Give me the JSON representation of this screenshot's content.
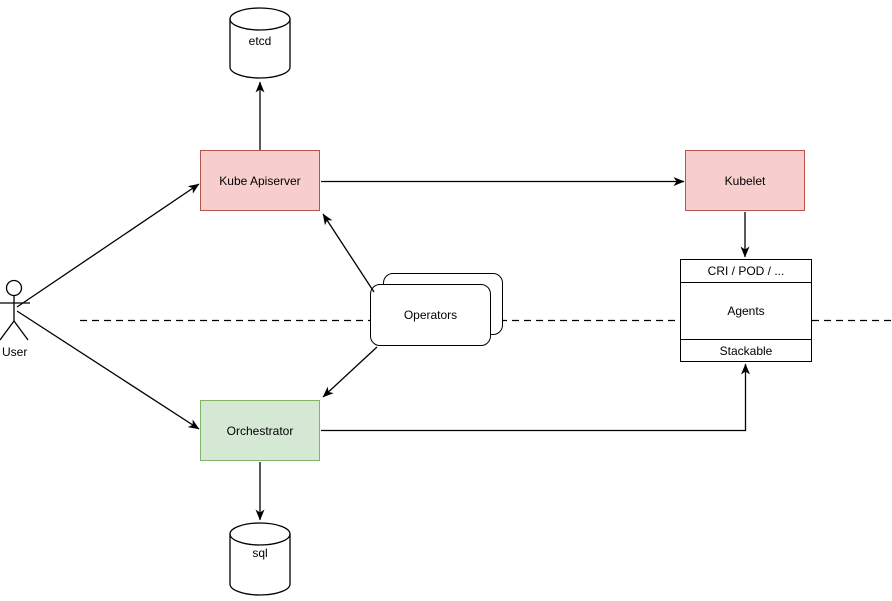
{
  "diagram": {
    "type": "architecture-flow-diagram",
    "colors": {
      "red_node_fill": "#f8cecc",
      "red_node_stroke": "#b85450",
      "green_node_fill": "#d5e8d4",
      "green_node_stroke": "#82b366",
      "line": "#000000",
      "background": "#ffffff"
    },
    "nodes": {
      "user": {
        "label": "User",
        "shape": "actor"
      },
      "etcd": {
        "label": "etcd",
        "shape": "database-cylinder"
      },
      "kube_apiserver": {
        "label": "Kube Apiserver",
        "shape": "rectangle",
        "color": "red"
      },
      "kubelet": {
        "label": "Kubelet",
        "shape": "rectangle",
        "color": "red"
      },
      "operators": {
        "label": "Operators",
        "shape": "stacked-rounded-rectangles"
      },
      "cri_pod": {
        "header": "CRI / POD / ...",
        "middle": "Agents",
        "footer": "Stackable",
        "shape": "compartment-box"
      },
      "orchestrator": {
        "label": "Orchestrator",
        "shape": "rectangle",
        "color": "green"
      },
      "sql": {
        "label": "sql",
        "shape": "database-cylinder"
      }
    },
    "edges": [
      {
        "from": "user",
        "to": "kube_apiserver",
        "style": "arrow"
      },
      {
        "from": "user",
        "to": "orchestrator",
        "style": "arrow"
      },
      {
        "from": "kube_apiserver",
        "to": "etcd",
        "style": "arrow"
      },
      {
        "from": "kube_apiserver",
        "to": "kubelet",
        "style": "arrow"
      },
      {
        "from": "kubelet",
        "to": "cri_pod",
        "style": "arrow"
      },
      {
        "from": "operators",
        "to": "kube_apiserver",
        "style": "arrow"
      },
      {
        "from": "operators",
        "to": "orchestrator",
        "style": "arrow"
      },
      {
        "from": "orchestrator",
        "to": "cri_pod_stackable",
        "style": "arrow-orthogonal"
      },
      {
        "from": "orchestrator",
        "to": "sql",
        "style": "arrow"
      }
    ],
    "separator": {
      "style": "dashed-horizontal-line"
    }
  }
}
